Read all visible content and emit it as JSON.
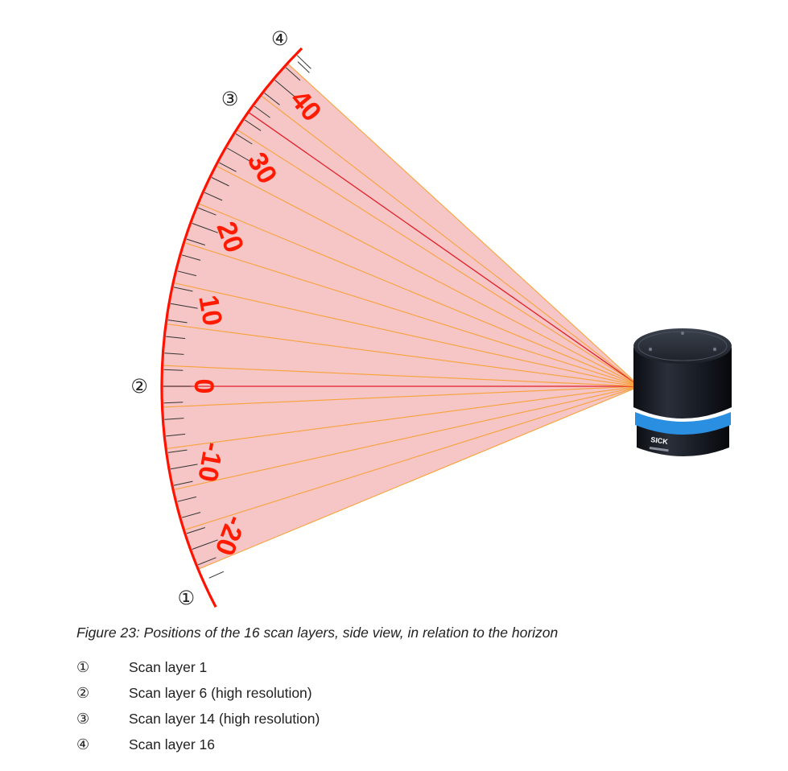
{
  "figure": {
    "caption": "Figure 23: Positions of the 16 scan layers, side view, in relation to the horizon",
    "angle_labels": [
      "-20",
      "-10",
      "0",
      "10",
      "20",
      "30",
      "40"
    ],
    "callouts": [
      "①",
      "②",
      "③",
      "④"
    ],
    "scan_layers_deg": [
      -22.5,
      -17.5,
      -12.5,
      -7.5,
      -2.5,
      0,
      2.5,
      7.5,
      12.5,
      17.5,
      22.5,
      27.5,
      32.5,
      35,
      37.5,
      42.5
    ],
    "highlighted_layers_deg": [
      0,
      35
    ],
    "sensor_brand": "SICK",
    "colors": {
      "fan_fill": "#f6c2c2",
      "layer_line": "#f7a23a",
      "highlight_line": "#e0202a",
      "arc": "#ff1200",
      "label": "#ff1a00",
      "sensor_body": "#15181f",
      "sensor_ring": "#2a8fe0"
    }
  },
  "legend": [
    {
      "marker": "①",
      "text": "Scan layer 1"
    },
    {
      "marker": "②",
      "text": "Scan layer 6 (high resolution)"
    },
    {
      "marker": "③",
      "text": "Scan layer 14 (high resolution)"
    },
    {
      "marker": "④",
      "text": "Scan layer 16"
    }
  ]
}
